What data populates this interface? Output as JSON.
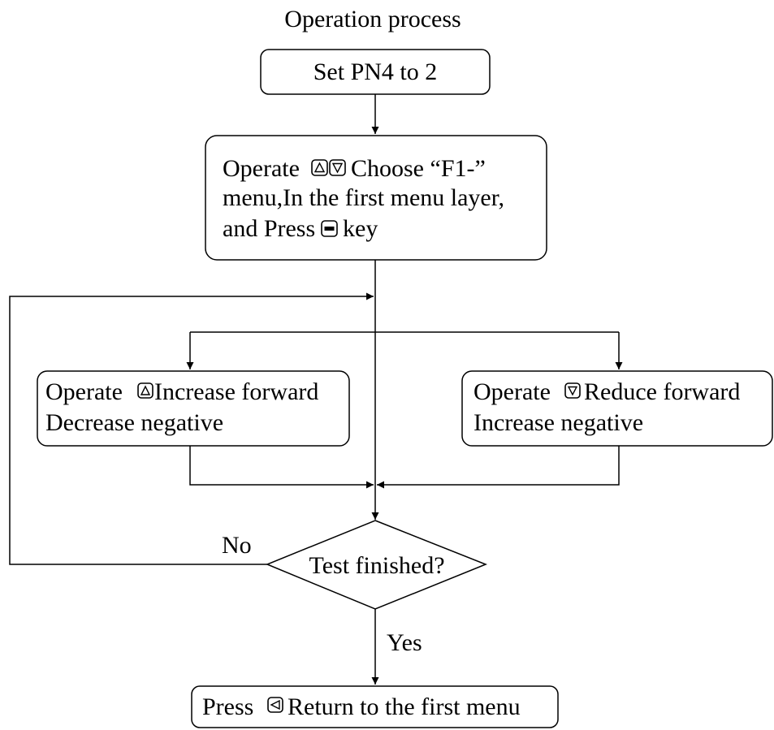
{
  "title": "Operation process",
  "steps": {
    "set_pn4": "Set PN4 to 2",
    "choose_menu": {
      "line1_pre": "Operate",
      "line1_post": "Choose “F1-”",
      "line2": "menu,In the first menu layer,",
      "line3_pre": "and Press",
      "line3_post": "key"
    },
    "increase": {
      "line1_pre": "Operate",
      "line1_post": "Increase forward",
      "line2": "Decrease negative"
    },
    "reduce": {
      "line1_pre": "Operate",
      "line1_post": "Reduce forward",
      "line2": "Increase negative"
    },
    "decision": "Test finished?",
    "return": {
      "pre": "Press",
      "post": "Return to the first menu"
    }
  },
  "branch_labels": {
    "no": "No",
    "yes": "Yes"
  },
  "key_icons": [
    "up-key-icon",
    "down-key-icon",
    "enter-key-icon",
    "left-key-icon"
  ]
}
